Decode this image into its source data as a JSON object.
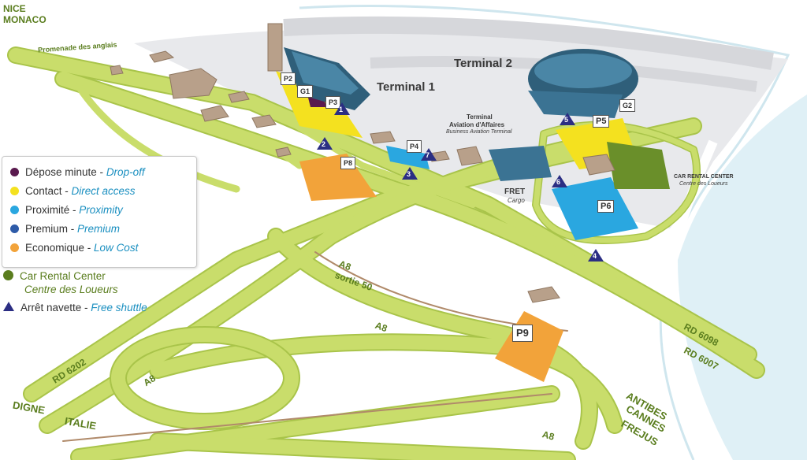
{
  "title_city": [
    "NICE",
    "MONACO"
  ],
  "promenade": "Promenade des anglais",
  "terminals": {
    "t1": "Terminal 1",
    "t2": "Terminal 2",
    "business_line1": "Terminal",
    "business_line2": "Aviation d'Affaires",
    "business_en": "Business Aviation Terminal",
    "fret": "FRET",
    "fret_en": "Cargo"
  },
  "car_rental_map": {
    "fr": "CAR RENTAL CENTER",
    "en": "Centre des Loueurs"
  },
  "parkings": [
    "P2",
    "G1",
    "P3",
    "P4",
    "P5",
    "G2",
    "P6",
    "P8",
    "P9"
  ],
  "shuttle_stops": [
    "1",
    "2",
    "3",
    "4",
    "5",
    "6",
    "7"
  ],
  "roads": {
    "rd6202": "RD 6202",
    "rd6098": "RD 6098",
    "rd6007": "RD 6007",
    "a8_1": "A8",
    "a8_2": "A8",
    "a8_3": "A8",
    "a8_4": "A8",
    "sortie": "sortie 50"
  },
  "destinations": {
    "digne": "DIGNE",
    "italie": "ITALIE",
    "antibes": "ANTIBES",
    "cannes": "CANNES",
    "frejus": "FREJUS"
  },
  "legend": [
    {
      "fr": "Dépose minute - ",
      "en": "Drop-off",
      "color": "#5a1a4e"
    },
    {
      "fr": "Contact  - ",
      "en": "Direct access",
      "color": "#f4e11f"
    },
    {
      "fr": "Proximité - ",
      "en": "Proximity",
      "color": "#2aa7e0"
    },
    {
      "fr": "Premium - ",
      "en": "Premium",
      "color": "#2e5ba8"
    },
    {
      "fr": "Economique - ",
      "en": "Low Cost",
      "color": "#f2a33a"
    }
  ],
  "car_rental_legend": {
    "line1": "Car Rental Center",
    "line2": "Centre des Loueurs",
    "color": "#5a7d1e"
  },
  "shuttle_legend": {
    "fr": "Arrêt navette - ",
    "en": "Free shuttle",
    "color": "#2b2e83"
  },
  "colors": {
    "road": "#c9dd6b",
    "road_edge": "#a9c44a",
    "water": "#d8eef5",
    "tarmac": "#e6e7ea",
    "building": "#b8a08a",
    "terminal": "#2f5f7a"
  }
}
